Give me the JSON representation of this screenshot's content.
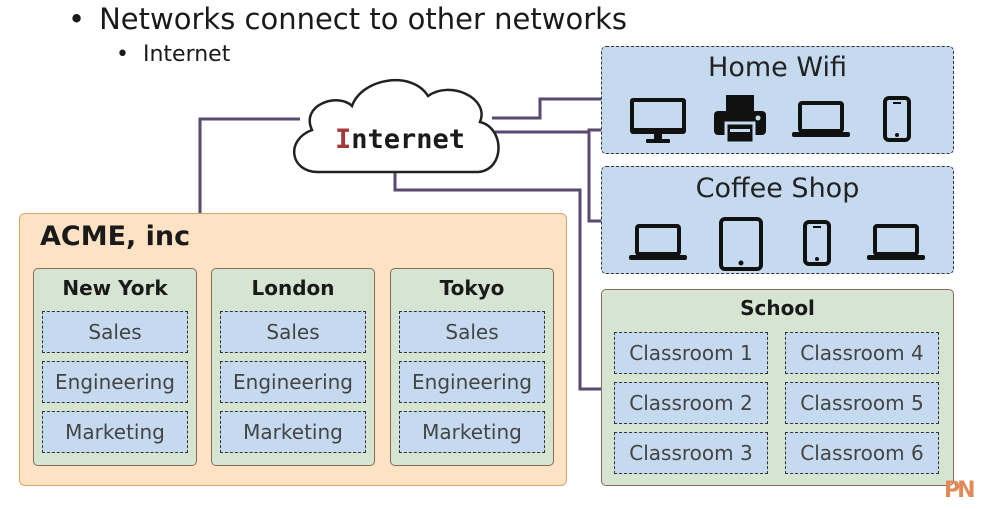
{
  "bullets": {
    "main": "Networks connect to other networks",
    "sub": "Internet",
    "marker": "•"
  },
  "internet": {
    "first_letter": "I",
    "rest": "nternet"
  },
  "acme": {
    "title": "ACME, inc",
    "offices": [
      {
        "name": "New York",
        "departments": [
          "Sales",
          "Engineering",
          "Marketing"
        ]
      },
      {
        "name": "London",
        "departments": [
          "Sales",
          "Engineering",
          "Marketing"
        ]
      },
      {
        "name": "Tokyo",
        "departments": [
          "Sales",
          "Engineering",
          "Marketing"
        ]
      }
    ]
  },
  "home_wifi": {
    "title": "Home Wifi",
    "devices": [
      "desktop-monitor-icon",
      "printer-icon",
      "laptop-icon",
      "smartphone-icon"
    ]
  },
  "coffee_shop": {
    "title": "Coffee Shop",
    "devices": [
      "laptop-icon",
      "tablet-icon",
      "smartphone-icon",
      "laptop-icon"
    ]
  },
  "school": {
    "title": "School",
    "classrooms": [
      "Classroom 1",
      "Classroom 4",
      "Classroom 2",
      "Classroom 5",
      "Classroom 3",
      "Classroom 6"
    ]
  },
  "colors": {
    "office_fill": "#fde3c3",
    "branch_fill": "#d6e4d2",
    "network_fill": "#c5daef",
    "wire": "#5a4a6e",
    "internet_accent": "#a33b3b"
  },
  "logo": {
    "text": "PN"
  }
}
